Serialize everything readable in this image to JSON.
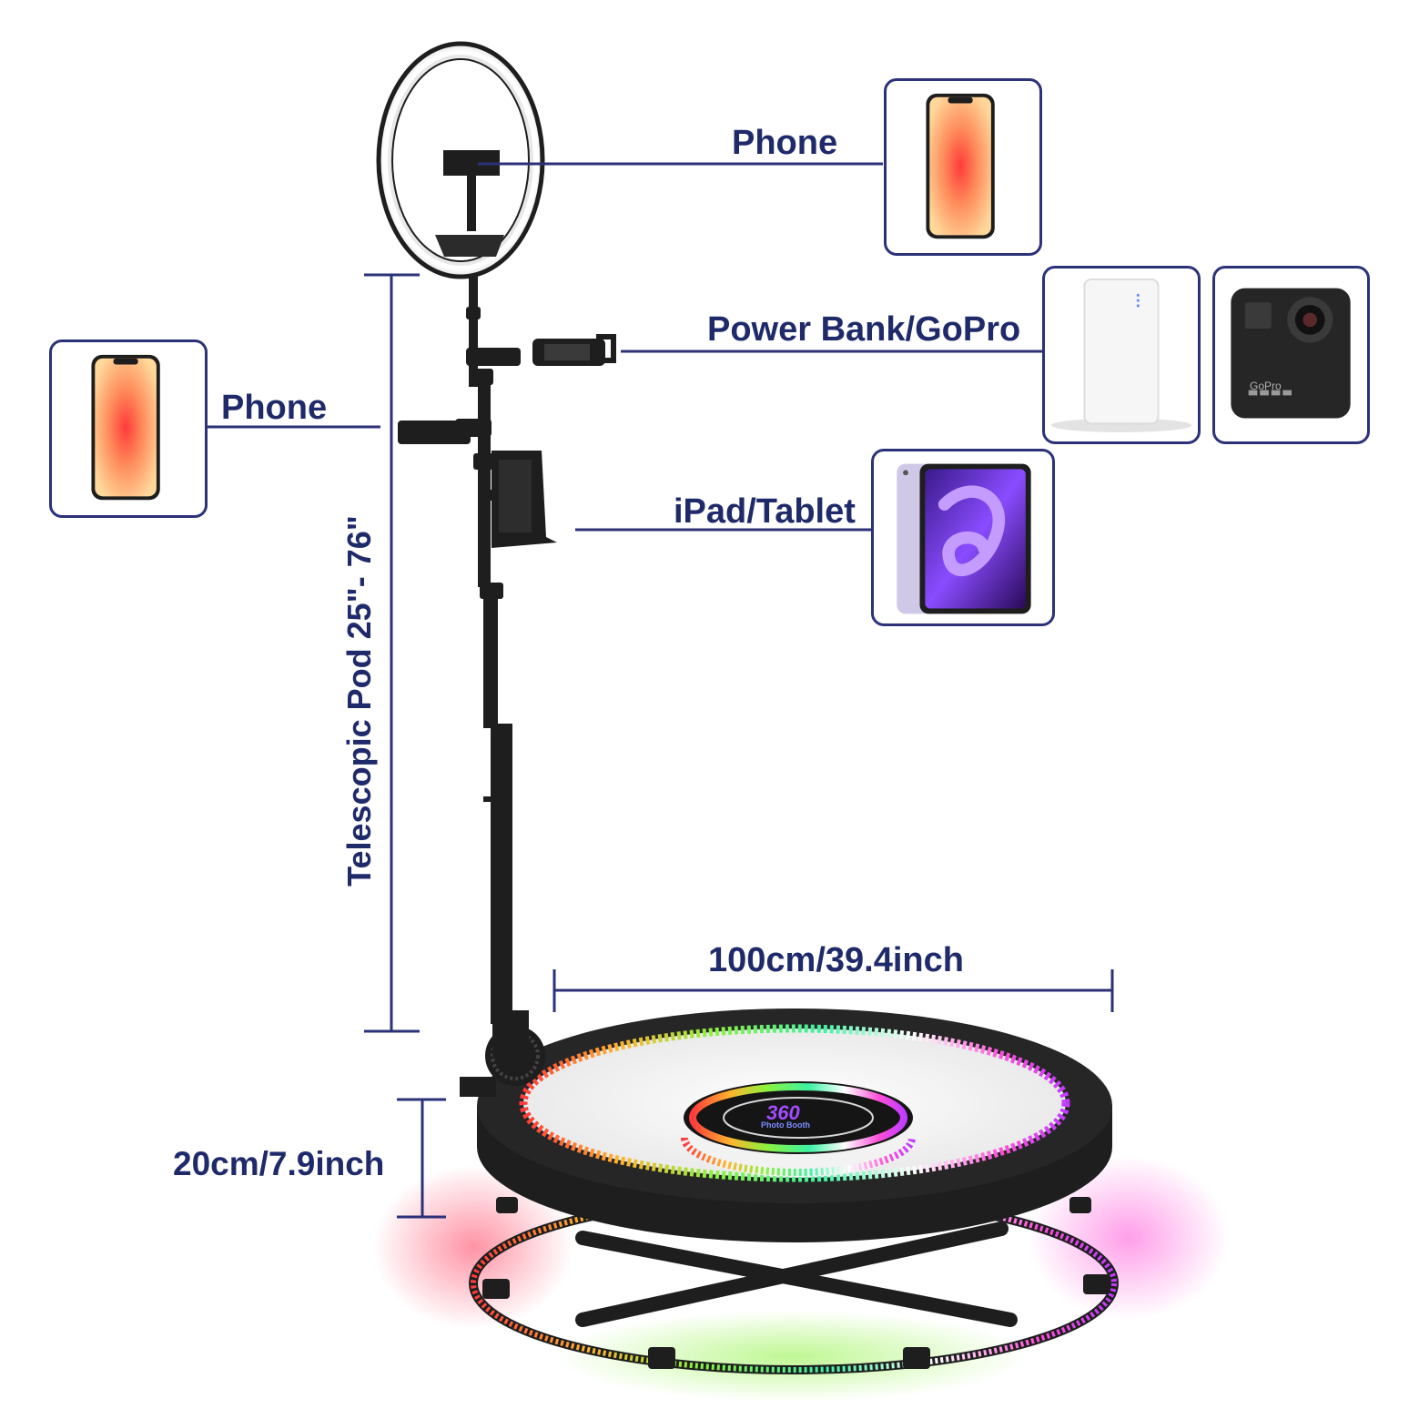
{
  "callouts": {
    "phone_top": "Phone",
    "power_bank_gopro": "Power Bank/GoPro",
    "phone_left": "Phone",
    "ipad_tablet": "iPad/Tablet"
  },
  "dimensions": {
    "telescopic_pod": "Telescopic Pod 25\"- 76\"",
    "platform_diameter": "100cm/39.4inch",
    "platform_height": "20cm/7.9inch"
  },
  "platform_badge": {
    "logo": "360",
    "subtitle": "Photo Booth"
  },
  "gopro_brand": "GoPro",
  "colors": {
    "label_navy": "#1f2a6b",
    "card_border": "#2b3278",
    "stand_black": "#1e1e1e"
  }
}
